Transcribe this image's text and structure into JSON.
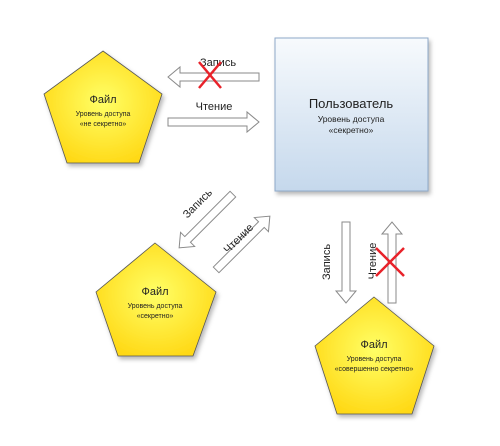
{
  "user": {
    "title": "Пользователь",
    "line1": "Уровень доступа",
    "line2": "«секретно»"
  },
  "files": [
    {
      "title": "Файл",
      "line1": "Уровень доступа",
      "line2": "«не секретно»"
    },
    {
      "title": "Файл",
      "line1": "Уровень доступа",
      "line2": "«секретно»"
    },
    {
      "title": "Файл",
      "line1": "Уровень доступа",
      "line2": "«совершенно секретно»"
    }
  ],
  "arrows": {
    "write_label": "Запись",
    "read_label": "Чтение"
  },
  "colors": {
    "pentagon_gradient_center": "#ffff66",
    "pentagon_gradient_edge": "#ffd814",
    "user_box_top": "#f7fafd",
    "user_box_bottom": "#c5d8ec",
    "user_box_border": "#8ea9c9",
    "arrow_stroke": "#8a8a8a",
    "forbidden_mark": "#e8222a"
  }
}
